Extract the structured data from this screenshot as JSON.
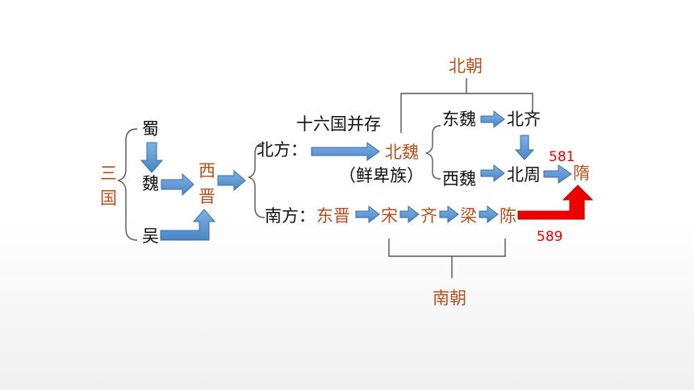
{
  "colors": {
    "text": "#111111",
    "accent": "#b0521f",
    "arrow_fill": "#5b9bd5",
    "arrow_stroke": "#3a6ea5",
    "red": "#e00000",
    "line": "#555555"
  },
  "left": {
    "three_kingdoms": [
      "三",
      "国"
    ],
    "shu": "蜀",
    "wei": "魏",
    "wu": "吴",
    "western_jin": [
      "西",
      "晋"
    ]
  },
  "north": {
    "label": "北方：",
    "sixteen_kingdoms": "十六国并存",
    "northern_wei": "北魏",
    "xianbei": "（鲜卑族）",
    "eastern_wei": "东魏",
    "western_wei": "西魏",
    "northern_qi": "北齐",
    "northern_zhou": "北周",
    "group_label": "北朝"
  },
  "south": {
    "label": "南方：",
    "eastern_jin": "东晋",
    "song": "宋",
    "qi": "齐",
    "liang": "梁",
    "chen": "陈",
    "group_label": "南朝"
  },
  "sui": {
    "name": "隋",
    "year_from_north": "581",
    "year_from_south": "589"
  }
}
